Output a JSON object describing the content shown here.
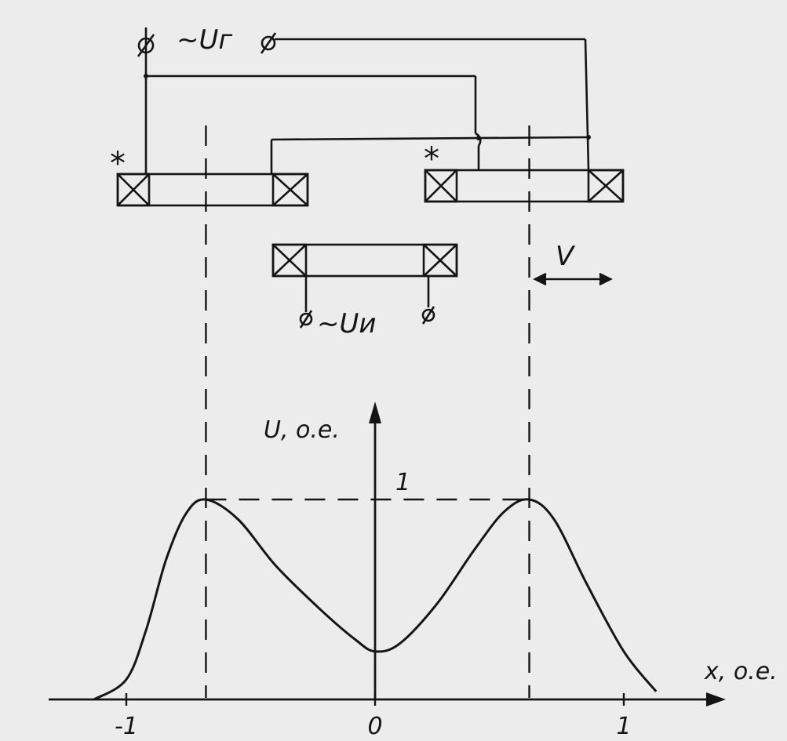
{
  "labels": {
    "generator_voltage": "~Uг",
    "measured_voltage": "~Uи",
    "velocity": "V",
    "star": "*",
    "y_axis_label": "U, o.e.",
    "x_axis_label": "x, o.e."
  },
  "ticks": {
    "x": [
      {
        "value": -1,
        "label": "-1"
      },
      {
        "value": 0,
        "label": "0"
      },
      {
        "value": 1,
        "label": "1"
      }
    ],
    "y": [
      {
        "value": 1,
        "label": "1"
      }
    ]
  },
  "curve": {
    "peak_positions": [
      -0.68,
      0.62
    ],
    "peak_value": 1,
    "center_value": 0.24,
    "points": [
      [
        -1.13,
        0.0
      ],
      [
        -1.0,
        0.1
      ],
      [
        -0.92,
        0.35
      ],
      [
        -0.84,
        0.7
      ],
      [
        -0.76,
        0.93
      ],
      [
        -0.68,
        1.0
      ],
      [
        -0.55,
        0.9
      ],
      [
        -0.4,
        0.67
      ],
      [
        -0.22,
        0.45
      ],
      [
        -0.08,
        0.3
      ],
      [
        0.0,
        0.24
      ],
      [
        0.1,
        0.28
      ],
      [
        0.25,
        0.48
      ],
      [
        0.4,
        0.75
      ],
      [
        0.52,
        0.94
      ],
      [
        0.62,
        1.0
      ],
      [
        0.72,
        0.9
      ],
      [
        0.85,
        0.58
      ],
      [
        1.0,
        0.24
      ],
      [
        1.13,
        0.04
      ]
    ]
  }
}
